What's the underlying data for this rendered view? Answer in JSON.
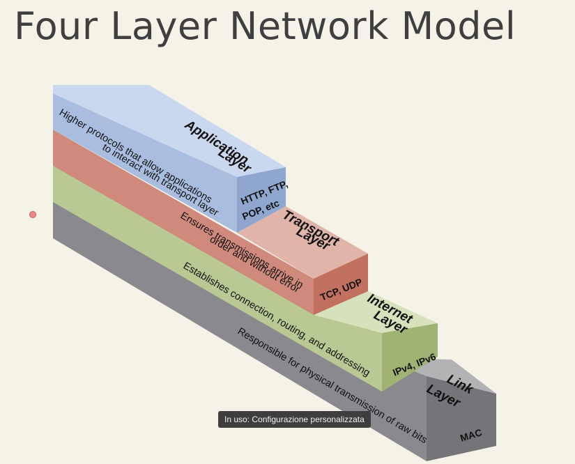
{
  "title": "Four Layer Network Model",
  "layers": [
    {
      "name_line1": "Application",
      "name_line2": "Layer",
      "desc_line1": "Higher protocols that allow applications",
      "desc_line2": "to interact with transport layer",
      "proto_line1": "HTTP, FTP,",
      "proto_line2": "POP, etc",
      "colors": {
        "side": "#a9bddf",
        "top": "#c9d8ef",
        "front": "#8fa6cf"
      }
    },
    {
      "name_line1": "Transport",
      "name_line2": "Layer",
      "desc_line1": "Ensures transmissions arrive in",
      "desc_line2": "order and without error",
      "proto_line1": "TCP, UDP",
      "colors": {
        "side": "#cf8a7b",
        "top": "#e0b4a8",
        "front": "#c2705f"
      }
    },
    {
      "name_line1": "Internet",
      "name_line2": "Layer",
      "desc_line1": "Establishes connection, routing, and addressing",
      "proto_line1": "IPv4, IPv6",
      "colors": {
        "side": "#b8c994",
        "top": "#d7e2bd",
        "front": "#9fb373"
      }
    },
    {
      "name_line1": "Link",
      "name_line2": "Layer",
      "desc_line1": "Responsible for physical transmission of raw bits",
      "proto_line1": "MAC",
      "colors": {
        "side": "#8a8a8e",
        "top": "#b3b3b6",
        "front": "#757579"
      }
    }
  ],
  "tooltip": "In uso: Configurazione personalizzata"
}
